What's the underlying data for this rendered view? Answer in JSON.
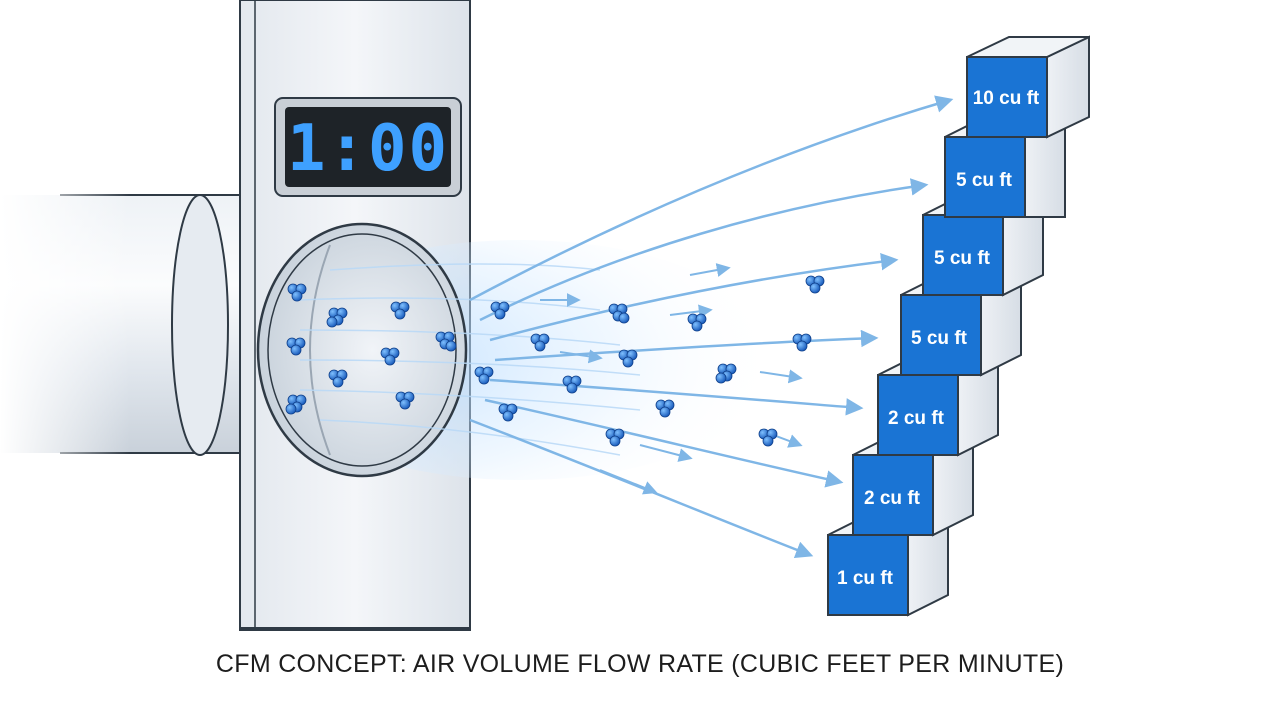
{
  "timer": {
    "display": "1:00"
  },
  "boxes": [
    {
      "label": "10 cu ft"
    },
    {
      "label": "5 cu ft"
    },
    {
      "label": "5 cu ft"
    },
    {
      "label": "5 cu ft"
    },
    {
      "label": "2 cu ft"
    },
    {
      "label": "2 cu ft"
    },
    {
      "label": "1 cu ft"
    }
  ],
  "caption": "CFM CONCEPT: AIR VOLUME FLOW RATE (CUBIC FEET PER MINUTE)",
  "colors": {
    "molecule": "#1f6fd6",
    "box_front": "#1a74d4",
    "arrow": "#7fb6e6",
    "timer_digits": "#3ea0ff",
    "timer_bg": "#1e2328"
  }
}
